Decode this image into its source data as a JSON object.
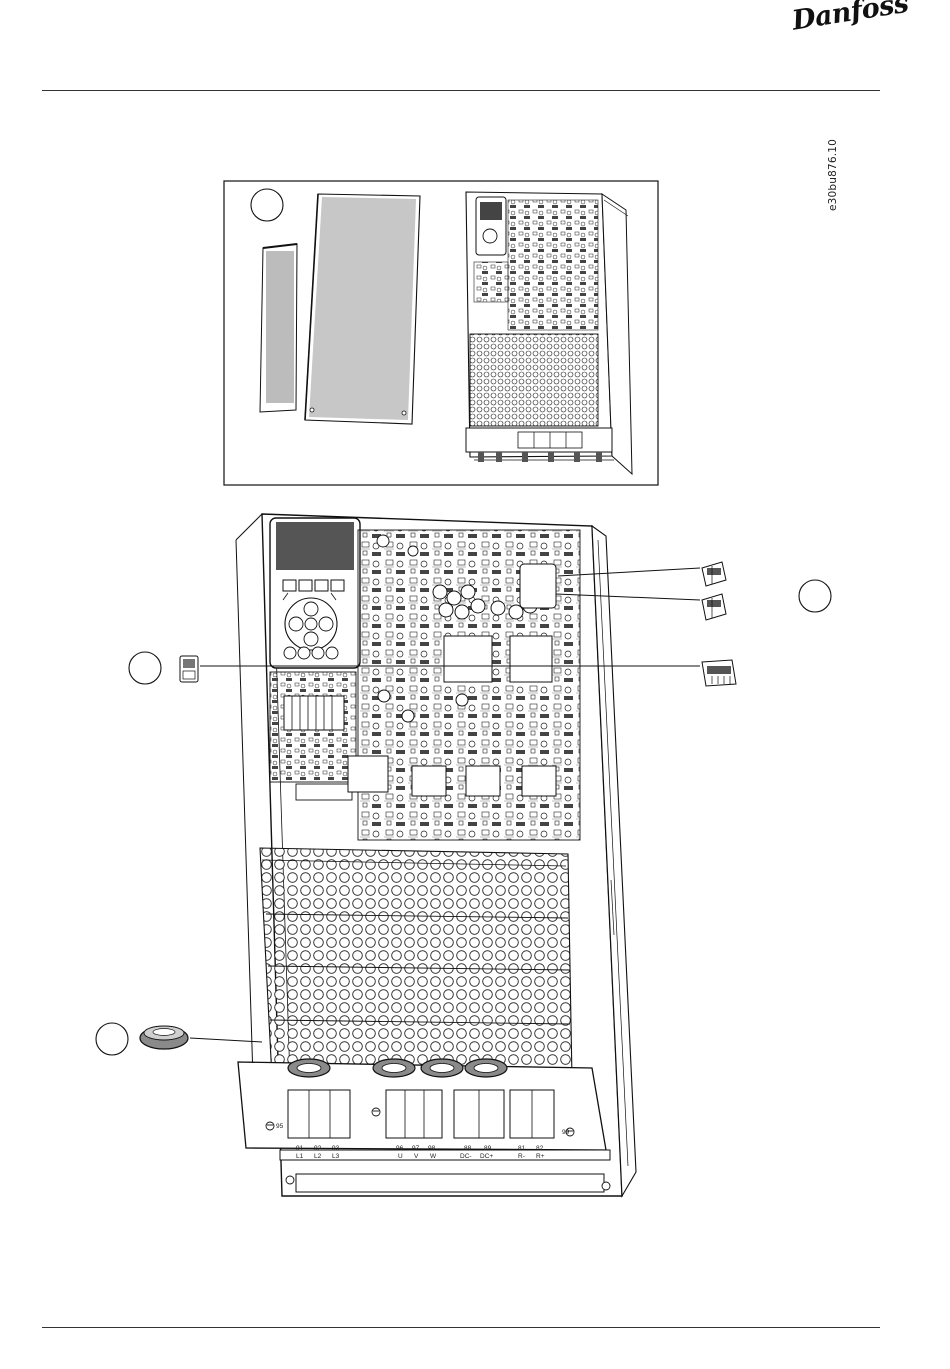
{
  "header": {
    "brand": "Danfoss"
  },
  "figure": {
    "id": "e30bu876.10",
    "terminal_labels": {
      "ground_left": "95",
      "ground_right": "99",
      "mains": [
        "91",
        "L1",
        "92",
        "L2",
        "93",
        "L3"
      ],
      "motor": [
        "96",
        "U",
        "97",
        "V",
        "98",
        "W"
      ],
      "dc": [
        "88",
        "DC-",
        "89",
        "DC+"
      ],
      "brake": [
        "81",
        "R-",
        "82",
        "R+"
      ]
    }
  }
}
